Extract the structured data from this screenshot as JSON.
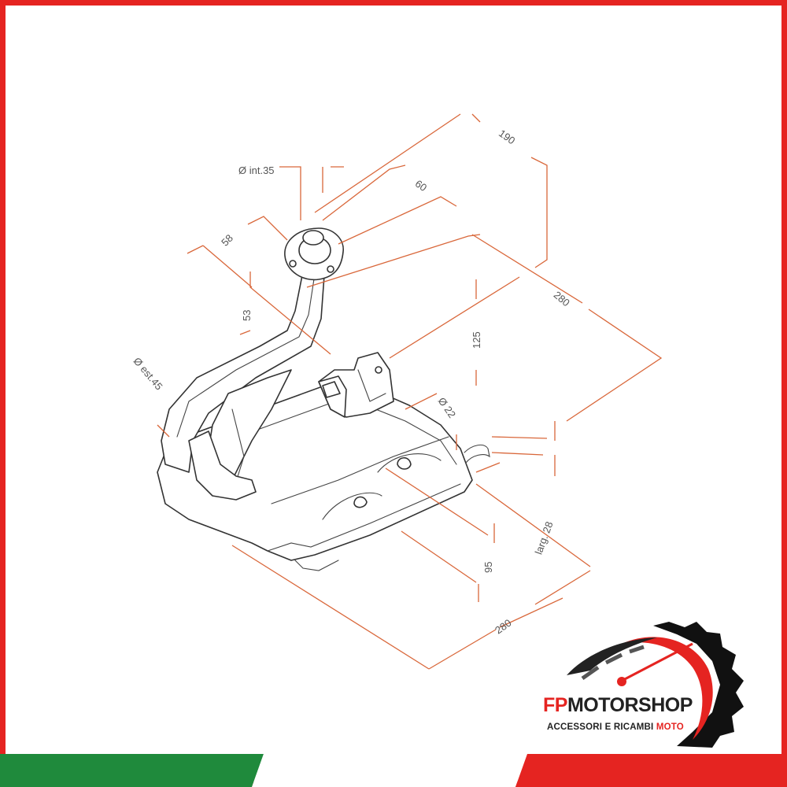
{
  "dimensions": {
    "int_diameter": "Ø int.35",
    "ext_diameter": "Ø est.45",
    "diameter_22": "Ø 22",
    "width_28": "larg. 28",
    "d190": "190",
    "d60": "60",
    "d58": "58",
    "d53": "53",
    "d280_top": "280",
    "d125": "125",
    "d95": "95",
    "d280_bottom": "280"
  },
  "logo": {
    "brand_fp": "FP",
    "brand_rest": "MOTORSHOP",
    "tagline_main": "ACCESSORI E RICAMBI ",
    "tagline_accent": "MOTO"
  },
  "colors": {
    "frame": "#e52421",
    "dimension_lines": "#d9673a",
    "flag_green": "#1f8a3c",
    "flag_white": "#ffffff",
    "flag_red": "#e52421"
  }
}
